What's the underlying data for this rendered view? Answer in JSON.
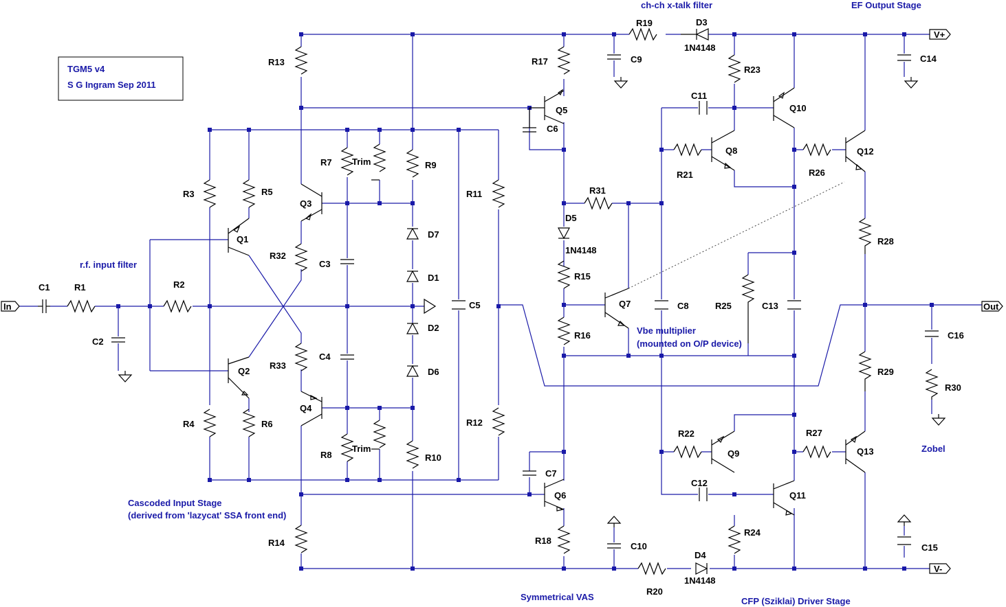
{
  "title_box": {
    "line1": "TGM5 v4",
    "line2": "S G Ingram  Sep 2011"
  },
  "notes": {
    "xtalk": "ch-ch x-talk filter",
    "ef_output": "EF Output Stage",
    "rf_filter": "r.f. input filter",
    "vbe1": "Vbe multiplier",
    "vbe2": "(mounted on O/P device)",
    "cascode1": "Cascoded Input Stage",
    "cascode2": "(derived from 'lazycat' SSA front end)",
    "vas": "Symmetrical VAS",
    "cfp": "CFP (Sziklai) Driver Stage",
    "zobel": "Zobel"
  },
  "ports": {
    "in": "In",
    "out": "Out",
    "vplus": "V+",
    "vminus": "V-"
  },
  "labels": {
    "R1": "R1",
    "R2": "R2",
    "R3": "R3",
    "R4": "R4",
    "R5": "R5",
    "R6": "R6",
    "R7": "R7",
    "R8": "R8",
    "R9": "R9",
    "R10": "R10",
    "R11": "R11",
    "R12": "R12",
    "R13": "R13",
    "R14": "R14",
    "R15": "R15",
    "R16": "R16",
    "R17": "R17",
    "R18": "R18",
    "R19": "R19",
    "R20": "R20",
    "R21": "R21",
    "R22": "R22",
    "R23": "R23",
    "R24": "R24",
    "R25": "R25",
    "R26": "R26",
    "R27": "R27",
    "R28": "R28",
    "R29": "R29",
    "R30": "R30",
    "R31": "R31",
    "R32": "R32",
    "R33": "R33",
    "C1": "C1",
    "C2": "C2",
    "C3": "C3",
    "C4": "C4",
    "C5": "C5",
    "C6": "C6",
    "C7": "C7",
    "C8": "C8",
    "C9": "C9",
    "C10": "C10",
    "C11": "C11",
    "C12": "C12",
    "C13": "C13",
    "C14": "C14",
    "C15": "C15",
    "C16": "C16",
    "Q1": "Q1",
    "Q2": "Q2",
    "Q3": "Q3",
    "Q4": "Q4",
    "Q5": "Q5",
    "Q6": "Q6",
    "Q7": "Q7",
    "Q8": "Q8",
    "Q9": "Q9",
    "Q10": "Q10",
    "Q11": "Q11",
    "Q12": "Q12",
    "Q13": "Q13",
    "D1": "D1",
    "D2": "D2",
    "D3": "D3",
    "D4": "D4",
    "D5": "D5",
    "D6": "D6",
    "D7": "D7",
    "trim1": "Trim",
    "trim2": "Trim",
    "d3part": "1N4148",
    "d4part": "1N4148",
    "d5part": "1N4148"
  },
  "colors": {
    "wire": "#1a1aa8",
    "component": "#000000",
    "note": "#1a1aa8"
  }
}
